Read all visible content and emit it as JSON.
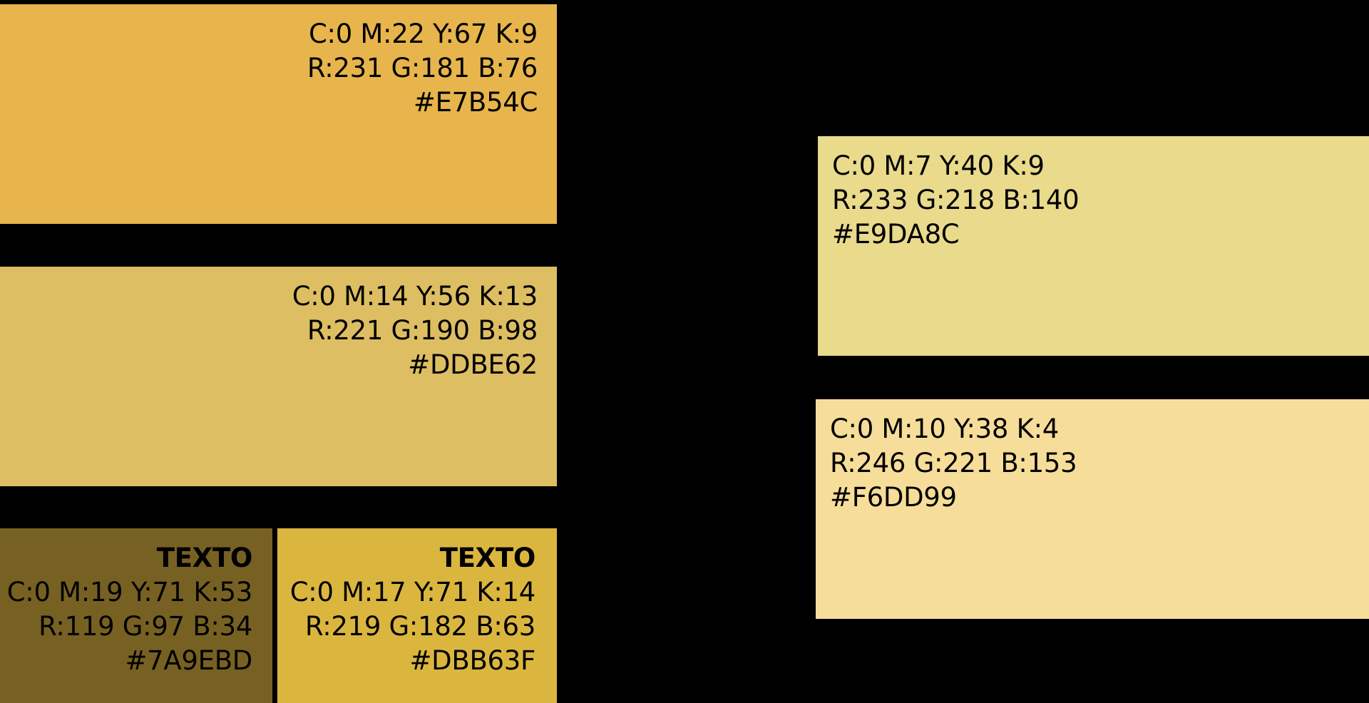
{
  "swatches": [
    {
      "id": "swatch-1",
      "color": "#E7B54C",
      "cmyk": "C:0 M:22 Y:67 K:9",
      "rgb": "R:231 G:181 B:76",
      "hex": "#E7B54C"
    },
    {
      "id": "swatch-2",
      "color": "#DDBE62",
      "cmyk": "C:0 M:14 Y:56 K:13",
      "rgb": "R:221 G:190 B:98",
      "hex": "#DDBE62"
    },
    {
      "id": "swatch-3",
      "color": "#776122",
      "heading": "TEXTO",
      "cmyk": "C:0 M:19 Y:71 K:53",
      "rgb": "R:119 G:97 B:34",
      "hex": "#7A9EBD"
    },
    {
      "id": "swatch-4",
      "color": "#DBB63F",
      "heading": "TEXTO",
      "cmyk": "C:0 M:17 Y:71 K:14",
      "rgb": "R:219 G:182 B:63",
      "hex": "#DBB63F"
    },
    {
      "id": "swatch-5",
      "color": "#E9DA8C",
      "cmyk": "C:0 M:7 Y:40 K:9",
      "rgb": "R:233 G:218 B:140",
      "hex": "#E9DA8C"
    },
    {
      "id": "swatch-6",
      "color": "#F6DD99",
      "cmyk": "C:0 M:10 Y:38 K:4",
      "rgb": "R:246 G:221 B:153",
      "hex": "#F6DD99"
    }
  ]
}
